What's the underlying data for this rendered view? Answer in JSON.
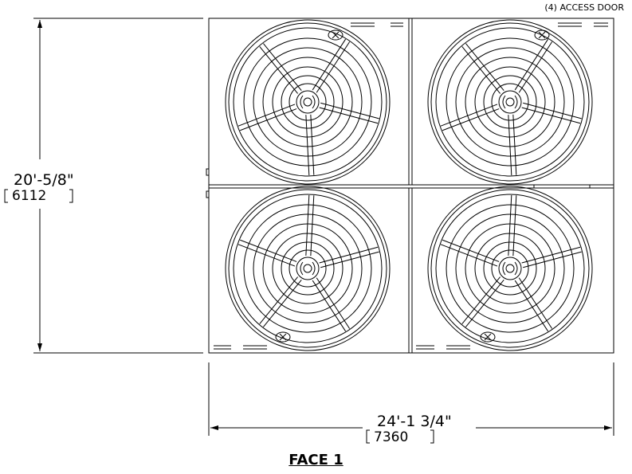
{
  "callout": "(4) ACCESS DOOR",
  "height_dim": {
    "imperial": "20'-5/8\"",
    "metric": "6112"
  },
  "width_dim": {
    "imperial": "24'-1 3/4\"",
    "metric": "7360"
  },
  "face_title": "FACE 1",
  "fans": [
    {
      "name": "fan-top-left"
    },
    {
      "name": "fan-top-right"
    },
    {
      "name": "fan-bottom-left"
    },
    {
      "name": "fan-bottom-right"
    }
  ]
}
